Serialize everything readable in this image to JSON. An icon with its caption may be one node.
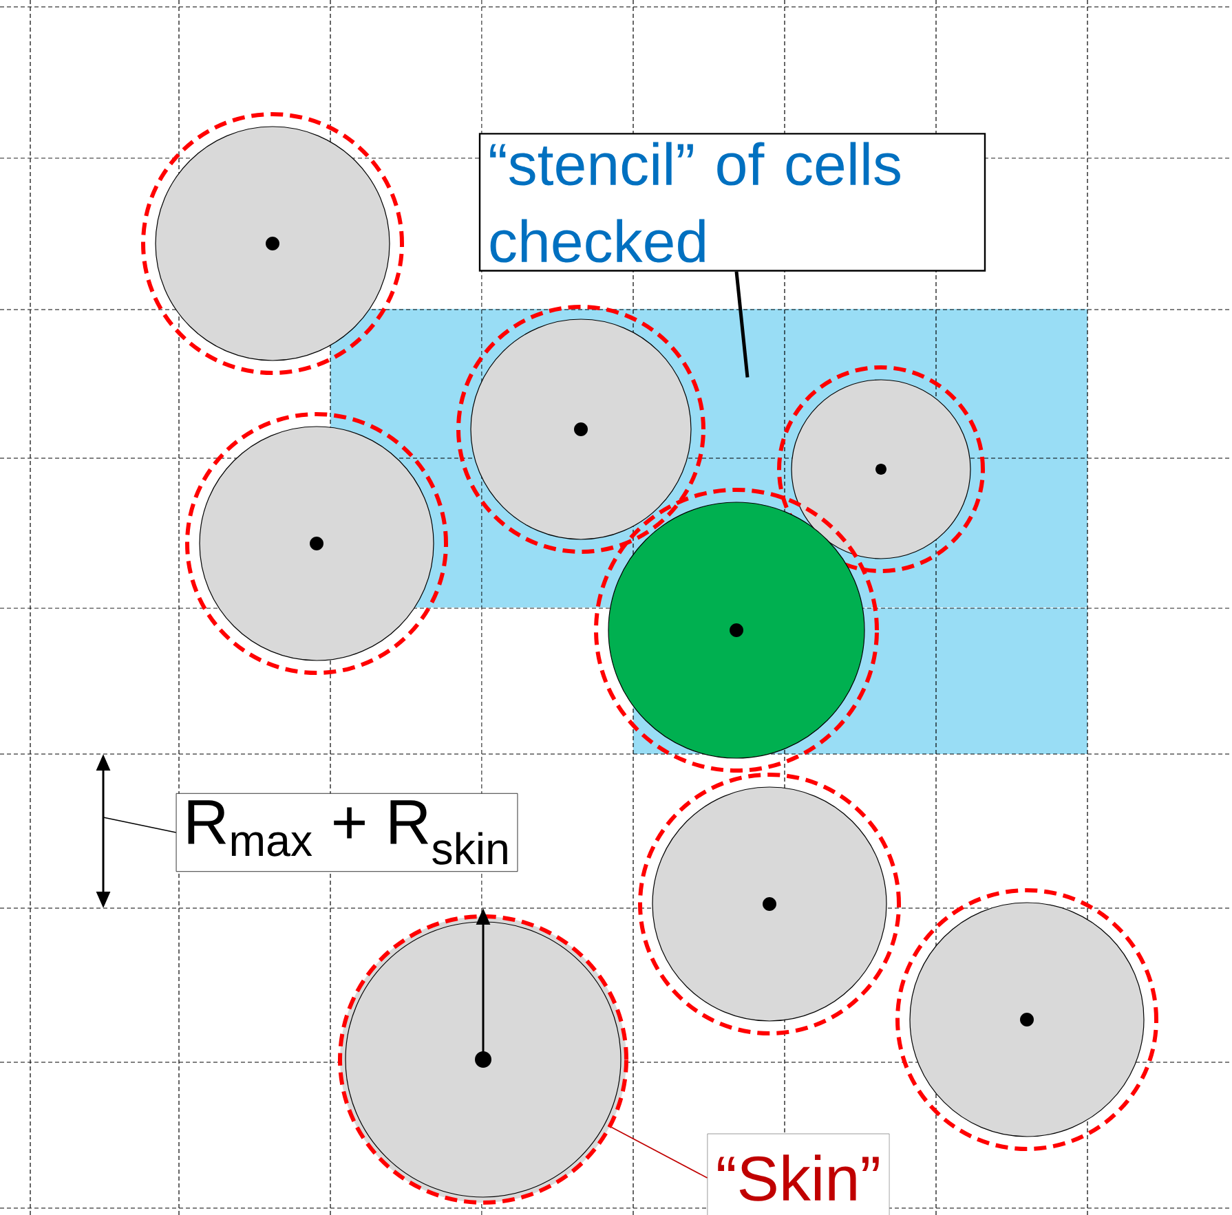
{
  "diagram": {
    "nodes": [
      {
        "text": [
          "“stencil” of cells checked"
        ]
      },
      {
        "text": [],
        "shape": "box"
      },
      {
        "text": [
          "R$_{max}$ + R$_{skin}$"
        ]
      },
      {
        "text": [],
        "shape": "circle"
      },
      {
        "text": [
          "“Skin”"
        ]
      }
    ],
    "edges": [
      {
        "from": 0,
        "to": 1,
        "arrow": "none",
        "style": "thick"
      },
      {
        "from": 2,
        "to": null,
        "arrow": "none"
      },
      {
        "from": 4,
        "to": 3,
        "arrow": "none",
        "color": "#c00000"
      }
    ]
  }
}
